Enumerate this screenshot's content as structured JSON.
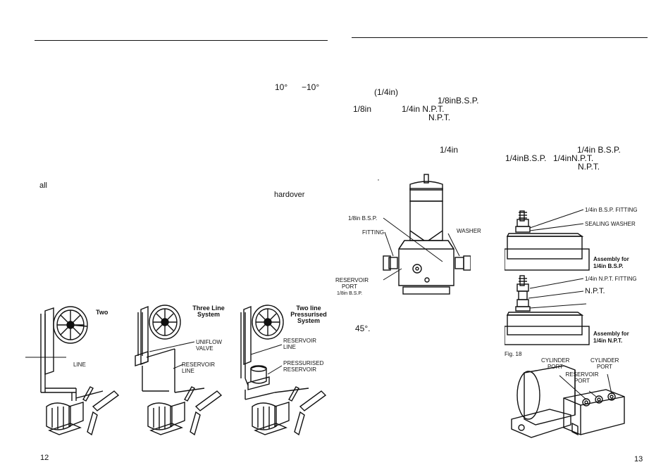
{
  "left_page": {
    "text_fragments": {
      "deg_a": "10°",
      "deg_b": "−10°",
      "all": "all",
      "hardover": "hardover"
    },
    "systems": [
      {
        "title": "Two",
        "labels": [
          "LINE"
        ]
      },
      {
        "title": "Three Line System",
        "labels": [
          "UNIFLOW VALVE",
          "RESERVOIR LINE"
        ]
      },
      {
        "title": "Two line Pressurised System",
        "labels": [
          "RESERVOIR LINE",
          "PRESSURISED RESERVOIR"
        ]
      }
    ],
    "page_number": "12"
  },
  "right_page": {
    "text_fragments": {
      "size_a": "(1/4in)",
      "bsp_a": "1/8inB.S.P.",
      "in_a": "1/8in",
      "npt_a": "1/4in N.P.T.",
      "npt_b": "N.P.T.",
      "in_b": "1/4in",
      "bsp_b": "1/4in B.S.P.",
      "bsp_c": "1/4inB.S.P.",
      "npt_c": "1/4inN.P.T.",
      "npt_d": "N.P.T.",
      "dot": "·",
      "angle": "45°."
    },
    "pump_figure": {
      "labels": [
        "1/8in B.S.P.",
        "FITTING",
        "WASHER",
        "RESERVOIR PORT",
        "1/8in B.S.P."
      ]
    },
    "assembly_bsp": {
      "labels": [
        "1/4in B.S.P. FITTING",
        "SEALING WASHER"
      ],
      "caption": [
        "Assembly for",
        "1/4in B.S.P."
      ]
    },
    "assembly_npt": {
      "labels": [
        "1/4in N.P.T. FITTING",
        "N.P.T."
      ],
      "caption": [
        "Assembly for",
        "1/4in N.P.T."
      ]
    },
    "fig18": {
      "caption": "Fig. 18",
      "labels": [
        "CYLINDER PORT",
        "CYLINDER PORT",
        "RESERVOIR PORT"
      ]
    },
    "page_number": "13"
  }
}
